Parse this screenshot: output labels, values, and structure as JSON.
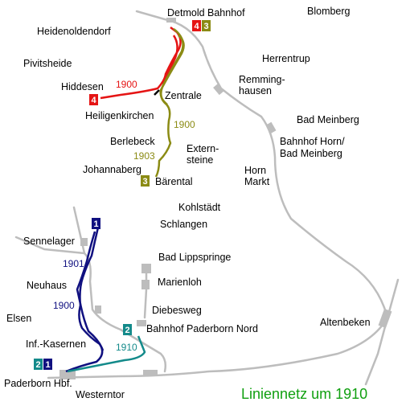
{
  "title": "Liniennetz um 1910",
  "colors": {
    "line4": "#e51414",
    "line3": "#8b8b14",
    "line1": "#101080",
    "line2": "#138a8a",
    "rail": "#bdbdbd",
    "title": "#11a011"
  },
  "places": {
    "detmold_bf": "Detmold Bahnhof",
    "blomberg": "Blomberg",
    "heidenoldendorf": "Heidenoldendorf",
    "pivitsheide": "Pivitsheide",
    "herrentrup": "Herrentrup",
    "remminghausen_1": "Remming-",
    "remminghausen_2": "hausen",
    "hiddesen": "Hiddesen",
    "zentrale": "Zentrale",
    "heiligenkirchen": "Heiligenkirchen",
    "bad_meinberg": "Bad Meinberg",
    "berlebeck": "Berlebeck",
    "bf_horn_1": "Bahnhof Horn/",
    "bf_horn_2": "Bad Meinberg",
    "externsteine_1": "Extern-",
    "externsteine_2": "steine",
    "johannaberg": "Johannaberg",
    "horn_1": "Horn",
    "horn_2": "Markt",
    "baerental": "Bärental",
    "kohlstaedt": "Kohlstädt",
    "schlangen": "Schlangen",
    "sennelager": "Sennelager",
    "bad_lippspringe": "Bad Lippspringe",
    "marienloh": "Marienloh",
    "neuhaus": "Neuhaus",
    "diebesweg": "Diebesweg",
    "elsen": "Elsen",
    "bf_paderborn_nord": "Bahnhof Paderborn Nord",
    "altenbeken": "Altenbeken",
    "inf_kasernen": "Inf.-Kasernen",
    "paderborn_hbf": "Paderborn Hbf.",
    "westerntor": "Westerntor"
  },
  "years": {
    "y1900_hiddesen": "1900",
    "y1900_berlebeck": "1900",
    "y1903": "1903",
    "y1901": "1901",
    "y1900_neuhaus": "1900",
    "y1910": "1910"
  },
  "badges": {
    "line4": "4",
    "line3": "3",
    "line1": "1",
    "line2": "2"
  }
}
